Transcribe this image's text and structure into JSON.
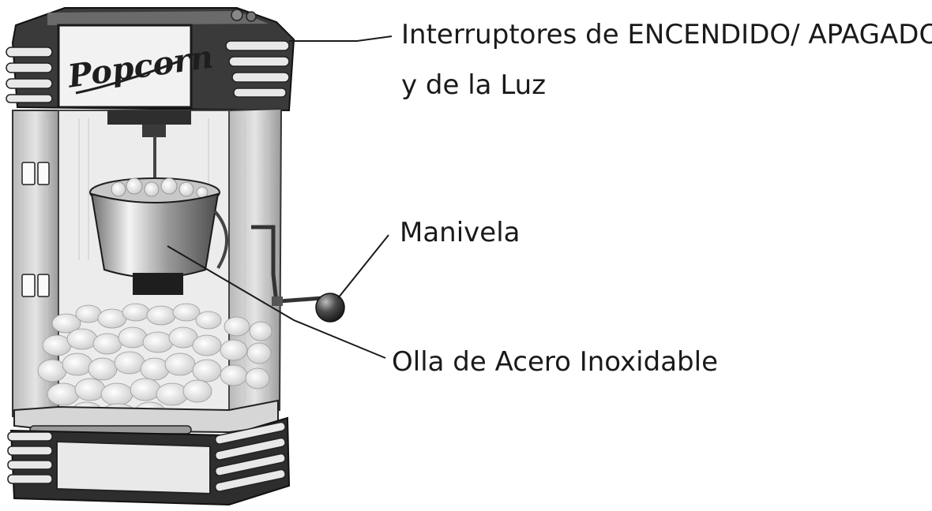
{
  "figure": {
    "brand_script": "Popcorn",
    "labels": {
      "switches_line1": "Interruptores de ENCENDIDO/ APAGADO",
      "switches_line2": "y de la Luz",
      "crank": "Manivela",
      "pot": "Olla de Acero Inoxidable"
    },
    "colors": {
      "ink": "#1a1a1a",
      "chrome": "#d9d9d9",
      "dark_trim": "#2a2a2a",
      "glass": "#e6e6e6",
      "popcorn": "#f3f3f3"
    }
  }
}
